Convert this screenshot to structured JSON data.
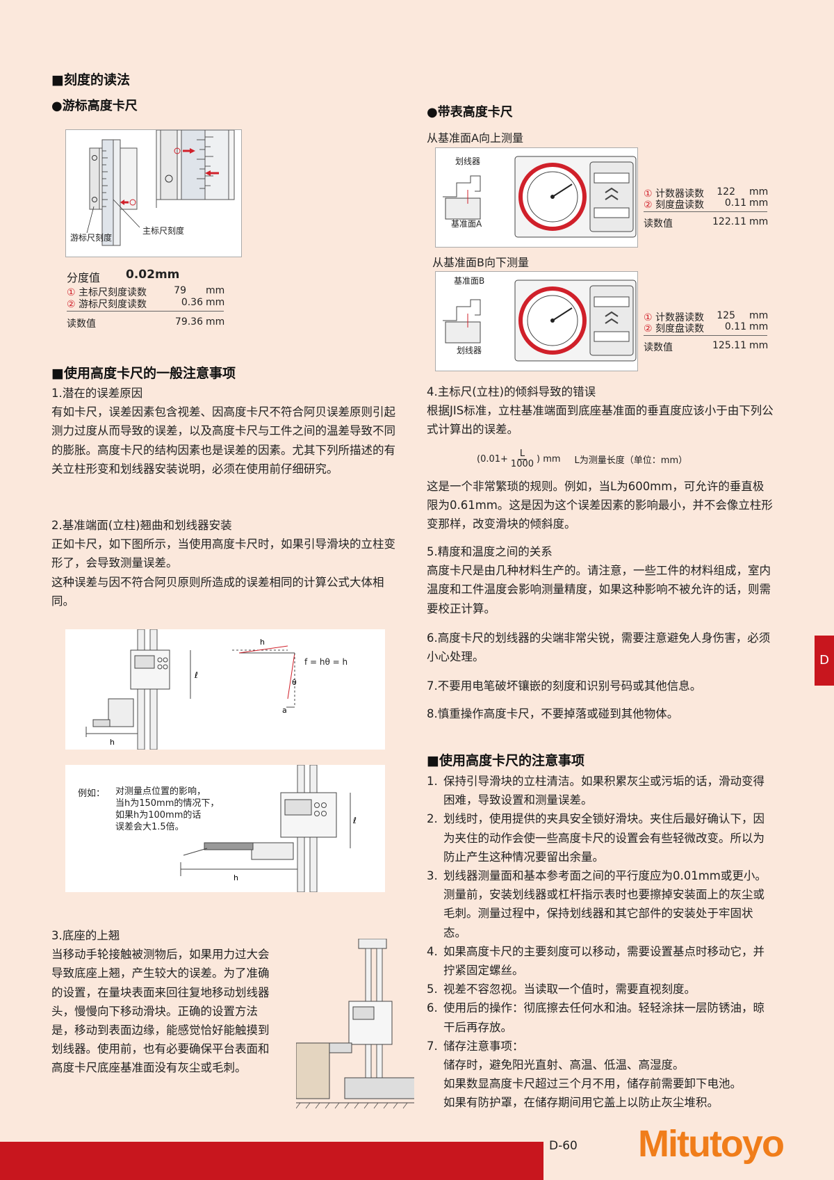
{
  "page": {
    "number": "D-60",
    "section_tab": "D",
    "brand": "Mitutoyo"
  },
  "left": {
    "reading": {
      "title": "■刻度的读法",
      "vernier_title": "●游标高度卡尺",
      "fig_label_vernier": "游标尺刻度",
      "fig_label_main": "主标尺刻度",
      "resolution_label": "分度值",
      "resolution_value": "0.02mm",
      "rows": [
        {
          "mark": "①",
          "label": "主标尺刻度读数",
          "value": "79",
          "unit": "mm"
        },
        {
          "mark": "②",
          "label": "游标尺刻度读数",
          "value": "0.36",
          "unit": "mm"
        }
      ],
      "total_label": "读数值",
      "total_value": "79.36",
      "total_unit": "mm"
    },
    "general": {
      "title": "■使用高度卡尺的一般注意事项",
      "s1_title": "1.潜在的误差原因",
      "s1_text": "有如卡尺，误差因素包含视差、因高度卡尺不符合阿贝误差原则引起测力过度从而导致的误差，以及高度卡尺与工件之间的温差导致不同的膨胀。高度卡尺的结构因素也是误差的因素。尤其下列所描述的有关立柱形变和划线器安装说明，必须在使用前仔细研究。",
      "s2_title": "2.基准端面(立柱)翘曲和划线器安装",
      "s2_text1": "正如卡尺，如下图所示，当使用高度卡尺时，如果引导滑块的立柱变形了，会导致测量误差。",
      "s2_text2": "这种误差与因不符合阿贝原则所造成的误差相同的计算公式大体相同。",
      "formula_fig": "f = hθ = h",
      "example_label": "例如：",
      "example_lines": [
        "对测量点位置的影响，",
        "当h为150mm的情况下，",
        "如果h为100mm的话",
        "误差会大1.5倍。"
      ],
      "s3_title": "3.底座的上翘",
      "s3_text": "当移动手轮接触被测物后，如果用力过大会导致底座上翘，产生较大的误差。为了准确的设置，在量块表面来回往复地移动划线器头，慢慢向下移动滑块。正确的设置方法是，移动到表面边缘，能感觉恰好能触摸到划线器。使用前，也有必要确保平台表面和高度卡尺底座基准面没有灰尘或毛刺。"
    }
  },
  "right": {
    "dial": {
      "title": "●带表高度卡尺",
      "from_a": "从基准面A向上测量",
      "fig1_scriber": "划线器",
      "fig1_ref": "基准面A",
      "from_b": "从基准面B向下测量",
      "fig2_ref": "基准面B",
      "fig2_scriber": "划线器",
      "reading_a": {
        "rows": [
          {
            "mark": "①",
            "label": "计数器读数",
            "value": "122",
            "unit": "mm"
          },
          {
            "mark": "②",
            "label": "刻度盘读数",
            "value": "0.11",
            "unit": "mm"
          }
        ],
        "total_label": "读数值",
        "total_value": "122.11",
        "total_unit": "mm"
      },
      "reading_b": {
        "rows": [
          {
            "mark": "①",
            "label": "计数器读数",
            "value": "125",
            "unit": "mm"
          },
          {
            "mark": "②",
            "label": "刻度盘读数",
            "value": "0.11",
            "unit": "mm"
          }
        ],
        "total_label": "读数值",
        "total_value": "125.11",
        "total_unit": "mm"
      }
    },
    "s4_title": "4.主标尺(立柱)的倾斜导致的错误",
    "s4_text": "根据JIS标准，立柱基准端面到底座基准面的垂直度应该小于由下列公式计算出的误差。",
    "formula_left": "(0.01+",
    "formula_num": "L",
    "formula_den": "1000",
    "formula_right": ") mm",
    "formula_note": "L为测量长度（单位：mm）",
    "s4_text2": "这是一个非常繁琐的规则。例如，当L为600mm，可允许的垂直极限为0.61mm。这是因为这个误差因素的影响最小，并不会像立柱形变那样，改变滑块的倾斜度。",
    "s5_title": "5.精度和温度之间的关系",
    "s5_text": "高度卡尺是由几种材料生产的。请注意，一些工件的材料组成，室内温度和工件温度会影响测量精度，如果这种影响不被允许的话，则需要校正计算。",
    "s6": "6.高度卡尺的划线器的尖端非常尖锐，需要注意避免人身伤害，必须小心处理。",
    "s7": "7.不要用电笔破坏镶嵌的刻度和识别号码或其他信息。",
    "s8": "8.慎重操作高度卡尺，不要掉落或碰到其他物体。",
    "cautions_title": "■使用高度卡尺的注意事项",
    "cautions": [
      {
        "n": "1.",
        "text": "保持引导滑块的立柱清洁。如果积累灰尘或污垢的话，滑动变得困难，导致设置和测量误差。"
      },
      {
        "n": "2.",
        "text": "划线时，使用提供的夹具安全锁好滑块。夹住后最好确认下，因为夹住的动作会使一些高度卡尺的设置会有些轻微改变。所以为防止产生这种情况要留出余量。"
      },
      {
        "n": "3.",
        "text": "划线器测量面和基本参考面之间的平行度应为0.01mm或更小。测量前，安装划线器或杠杆指示表时也要擦掉安装面上的灰尘或毛刺。测量过程中，保持划线器和其它部件的安装处于牢固状态。"
      },
      {
        "n": "4.",
        "text": "如果高度卡尺的主要刻度可以移动，需要设置基点时移动它，并拧紧固定螺丝。"
      },
      {
        "n": "5.",
        "text": "视差不容忽视。当读取一个值时，需要直视刻度。"
      },
      {
        "n": "6.",
        "text": "使用后的操作：彻底擦去任何水和油。轻轻涂抹一层防锈油，晾干后再存放。"
      },
      {
        "n": "7.",
        "text": "储存注意事项："
      }
    ],
    "storage_lines": [
      "储存时，避免阳光直射、高温、低温、高湿度。",
      "如果数显高度卡尺超过三个月不用，储存前需要卸下电池。",
      "如果有防护罩，在储存期间用它盖上以防止灰尘堆积。"
    ]
  }
}
